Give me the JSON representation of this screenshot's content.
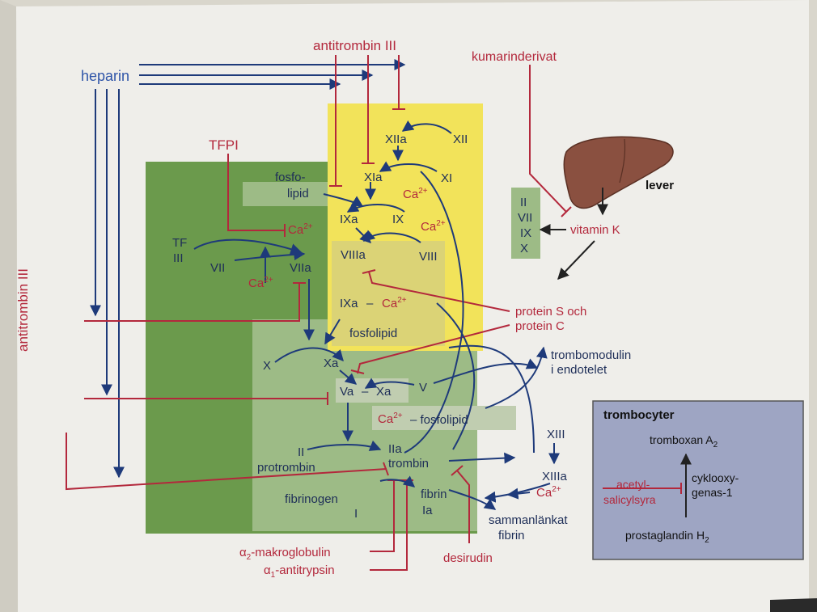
{
  "colors": {
    "paper": "#efeeea",
    "green_dark": "#6b9a4c",
    "green_light": "#9dbb86",
    "yellow": "#f2e35a",
    "inhibitor": "#b3283c",
    "arrow": "#1e3a7a",
    "trombocyter_box": "#9ea5c3"
  },
  "labels": {
    "heparin": "heparin",
    "antitrombin_top": "antitrombin III",
    "antitrombin_left": "antitrombin III",
    "kumarin": "kumarinderivat",
    "tfpi": "TFPI",
    "lever": "lever",
    "vitamin_k": "vitamin K",
    "factors_k": [
      "II",
      "VII",
      "IX",
      "X"
    ],
    "fosfolipid_a": "fosfo-",
    "fosfolipid_b": "lipid",
    "xiia": "XIIa",
    "xii": "XII",
    "xia": "XIa",
    "xi": "XI",
    "ca": "Ca",
    "ca_sup": "2+",
    "ixa": "IXa",
    "ix": "IX",
    "viiia": "VIIIa",
    "viii": "VIII",
    "tf": "TF",
    "iii": "III",
    "vii": "VII",
    "viia": "VIIa",
    "ixa2": "IXa",
    "dash": "–",
    "fosfolipid": "fosfolipid",
    "protein_s": "protein S och",
    "protein_c": "protein C",
    "x": "X",
    "xa": "Xa",
    "va": "Va",
    "xa2": "Xa",
    "v": "V",
    "trombomodulin": "trombomodulin",
    "endotelet": "i endotelet",
    "fosfolipid2": "– fosfolipid",
    "ii": "II",
    "protrombin": "protrombin",
    "iia": "IIa",
    "trombin": "trombin",
    "xiii": "XIII",
    "xiiia": "XIIIa",
    "fibrinogen": "fibrinogen",
    "i": "I",
    "fibrin": "fibrin",
    "ia": "Ia",
    "sammanlankat": "sammanlänkat",
    "fibrin2": "fibrin",
    "desirudin": "desirudin",
    "a2_alpha": "α",
    "a2_sub": "2",
    "a2_rest": "-makroglobulin",
    "a1_alpha": "α",
    "a1_sub": "1",
    "a1_rest": "-antitrypsin"
  },
  "trombocyter": {
    "title": "trombocyter",
    "tromboxan": "tromboxan A",
    "tromboxan_sub": "2",
    "cyklo_a": "cyklooxy-",
    "cyklo_b": "genas-1",
    "acetyl_a": "acetyl-",
    "acetyl_b": "salicylsyra",
    "prostaglandin": "prostaglandin H",
    "prostaglandin_sub": "2"
  }
}
